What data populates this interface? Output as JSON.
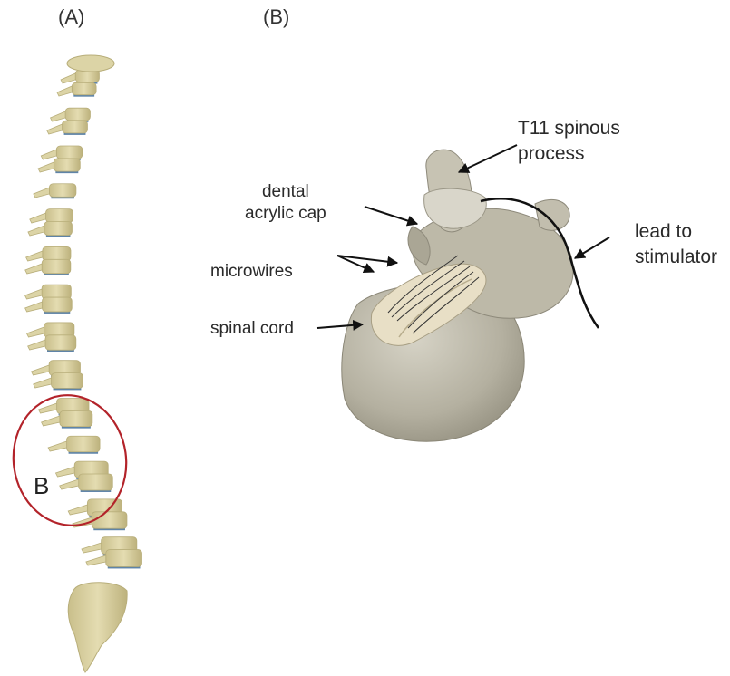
{
  "panels": {
    "a_label": "(A)",
    "b_label": "(B)",
    "region_callout": "B"
  },
  "annotations": {
    "t11": "T11 spinous\nprocess",
    "dental_cap": "dental\nacrylic cap",
    "lead": "lead to\nstimulator",
    "microwires": "microwires",
    "spinal_cord": "spinal cord"
  },
  "colors": {
    "bone": "#dcd4a6",
    "bone_shadow": "#b8ae7a",
    "disc": "#5f84a8",
    "vertebra_model": "#b9b5a5",
    "vertebra_shadow": "#8e8a7b",
    "cord": "#e8dfc6",
    "highlight_circle": "#b3232a",
    "lead_wire": "#111111"
  }
}
